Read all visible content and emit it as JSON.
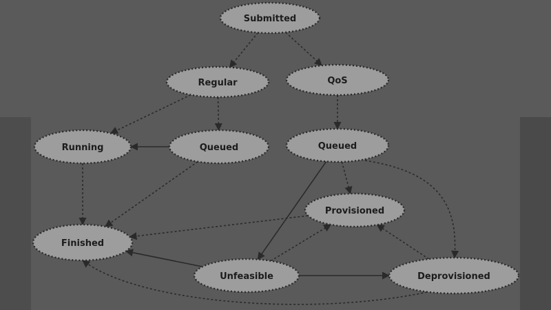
{
  "diagram": {
    "nodes": [
      {
        "id": "submitted",
        "label": "Submitted"
      },
      {
        "id": "regular",
        "label": "Regular"
      },
      {
        "id": "qos",
        "label": "QoS"
      },
      {
        "id": "running",
        "label": "Running"
      },
      {
        "id": "queued_left",
        "label": "Queued"
      },
      {
        "id": "queued_right",
        "label": "Queued"
      },
      {
        "id": "provisioned",
        "label": "Provisioned"
      },
      {
        "id": "finished",
        "label": "Finished"
      },
      {
        "id": "unfeasible",
        "label": "Unfeasible"
      },
      {
        "id": "deprovisioned",
        "label": "Deprovisioned"
      }
    ],
    "edges": [
      {
        "from": "submitted",
        "to": "regular",
        "style": "dashed"
      },
      {
        "from": "submitted",
        "to": "qos",
        "style": "dashed"
      },
      {
        "from": "regular",
        "to": "running",
        "style": "dashed"
      },
      {
        "from": "regular",
        "to": "queued_left",
        "style": "dashed"
      },
      {
        "from": "queued_left",
        "to": "running",
        "style": "solid"
      },
      {
        "from": "qos",
        "to": "queued_right",
        "style": "dashed"
      },
      {
        "from": "running",
        "to": "finished",
        "style": "dashed"
      },
      {
        "from": "queued_left",
        "to": "finished",
        "style": "dashed"
      },
      {
        "from": "queued_right",
        "to": "provisioned",
        "style": "dashed"
      },
      {
        "from": "queued_right",
        "to": "unfeasible",
        "style": "solid"
      },
      {
        "from": "queued_right",
        "to": "deprovisioned",
        "style": "dashed"
      },
      {
        "from": "provisioned",
        "to": "finished",
        "style": "dashed"
      },
      {
        "from": "unfeasible",
        "to": "finished",
        "style": "solid"
      },
      {
        "from": "unfeasible",
        "to": "provisioned",
        "style": "dashed"
      },
      {
        "from": "unfeasible",
        "to": "deprovisioned",
        "style": "solid"
      },
      {
        "from": "deprovisioned",
        "to": "provisioned",
        "style": "dashed"
      },
      {
        "from": "deprovisioned",
        "to": "finished",
        "style": "dashed"
      }
    ]
  }
}
